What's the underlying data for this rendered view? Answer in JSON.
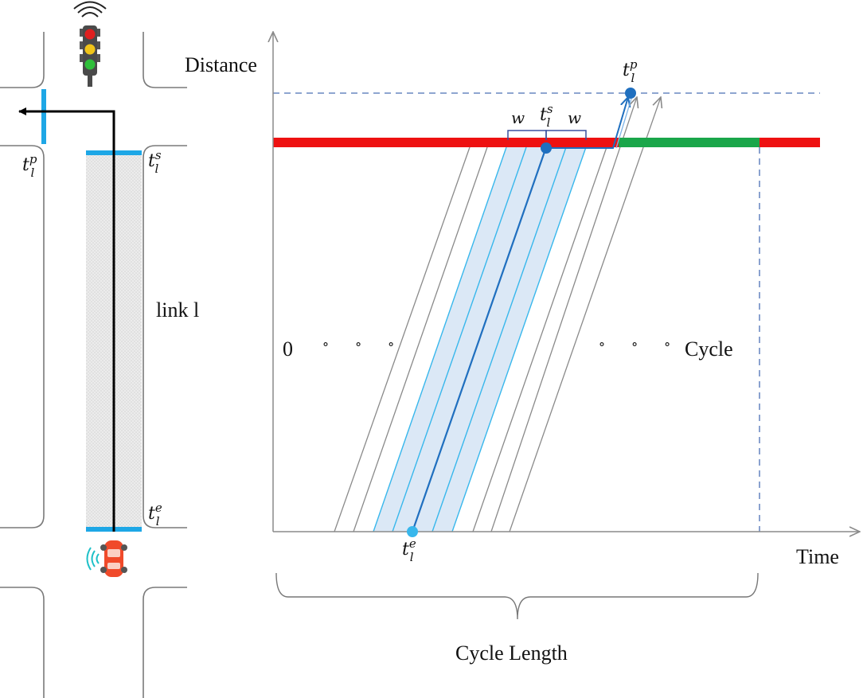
{
  "diagram": {
    "axis": {
      "y_label": "Distance",
      "x_label": "Time"
    },
    "labels": {
      "link": "link l",
      "zero": "0",
      "cycle": "Cycle",
      "cycle_length": "Cycle Length",
      "ellipsis_left": "° ° °",
      "ellipsis_right": "° ° °"
    },
    "symbols": {
      "t": "t",
      "sub_l": "l",
      "sup_p": "p",
      "sup_s": "s",
      "sup_e": "e",
      "w": "w"
    },
    "colors": {
      "red_phase": "#ee1111",
      "green_phase": "#1aa64a",
      "stopline_blue": "#1ea7e6",
      "trajectory_dark": "#1f6fbf",
      "trajectory_light": "#38b7ec",
      "trajectory_gray": "#8a8a8a",
      "window_fill": "#dbe8f6",
      "dashed": "#4a6fb5"
    },
    "signal_phases": [
      {
        "state": "red",
        "from": "cycle_start",
        "to": "green_start"
      },
      {
        "state": "green",
        "from": "green_start",
        "to": "cycle_end"
      },
      {
        "state": "red",
        "from": "cycle_end",
        "to": "beyond"
      }
    ],
    "icons": [
      "traffic-light-icon",
      "car-icon",
      "wifi-icon"
    ]
  }
}
